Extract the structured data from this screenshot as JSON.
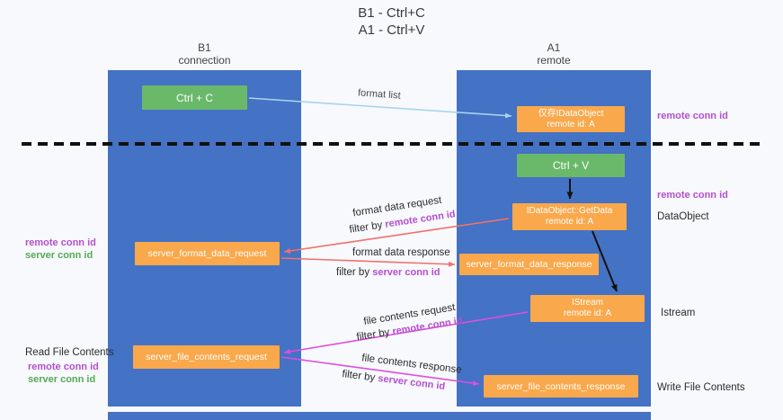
{
  "title": {
    "line1": "B1 - Ctrl+C",
    "line2": "A1 - Ctrl+V"
  },
  "lifelines": {
    "left": {
      "name": "B1",
      "role": "connection"
    },
    "right": {
      "name": "A1",
      "role": "remote"
    }
  },
  "boxes": {
    "ctrl_c": "Ctrl + C",
    "ctrl_v": "Ctrl + V",
    "idataobject": {
      "title": "仅存IDataObject",
      "subtitle": "remote id: A"
    },
    "getdata": {
      "title": "IDataObject::GetData",
      "subtitle": "remote id: A"
    },
    "istream": {
      "title": "IStream",
      "subtitle": "remote id: A"
    },
    "format_request": "server_format_data_request",
    "format_response": "server_format_data_response",
    "file_request": "server_file_contents_request",
    "file_response": "server_file_contents_response"
  },
  "arrow_labels": {
    "format_list": "format list",
    "format_data_request": "format data request",
    "format_data_response": "format data response",
    "file_contents_request": "file contents request",
    "file_contents_response": "file contents response",
    "filter_by": "filter by",
    "remote_conn_id": "remote conn id",
    "server_conn_id": "server conn id"
  },
  "side_labels": {
    "remote_conn_id": "remote conn id",
    "server_conn_id": "server conn id",
    "dataobject": "DataObject",
    "istream": "Istream",
    "read_file_contents": "Read File Contents",
    "write_file_contents": "Write File Contents"
  },
  "colors": {
    "lifeline_blue": "#4472c4",
    "box_green": "#6ab96b",
    "box_orange": "#f9a84b",
    "arrow_blue": "#a5d4ee",
    "arrow_red": "#f2706a",
    "arrow_magenta": "#dd4fdd",
    "arrow_black": "#111111",
    "text_purple": "#b44fd0",
    "text_green": "#55aa55"
  }
}
